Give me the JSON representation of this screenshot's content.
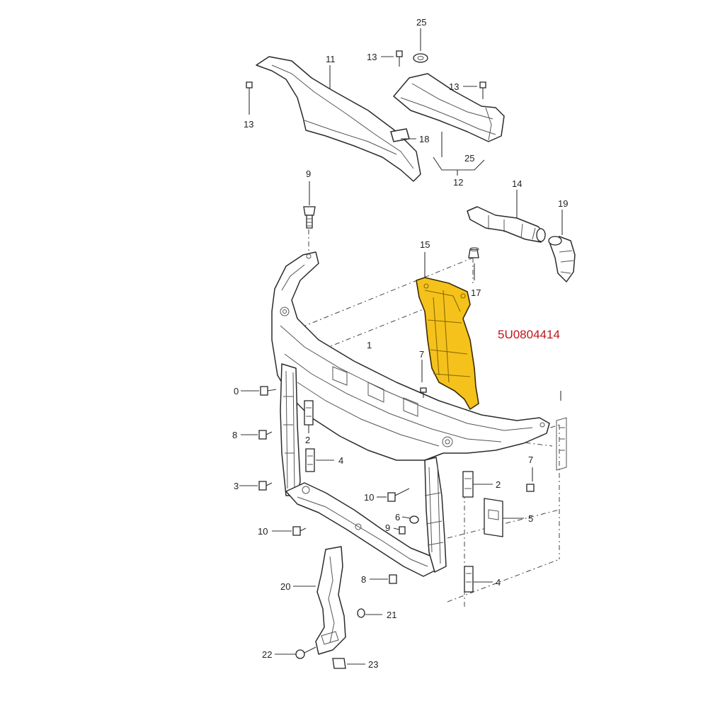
{
  "diagram": {
    "highlight_color": "#f5c21c",
    "part_number": "5U0804414",
    "part_number_color": "#c0151b",
    "callouts": {
      "c25_top": "25",
      "c13_a": "13",
      "c13_b": "13",
      "c13_c": "13",
      "c11": "11",
      "c18": "18",
      "c25_b": "25",
      "c12": "12",
      "c9_top": "9",
      "c14": "14",
      "c19": "19",
      "c15": "15",
      "c17": "17",
      "c1": "1",
      "c7_a": "7",
      "c7_b": "7",
      "c10_a": "0",
      "c8_a": "8",
      "c2_a": "2",
      "c4_a": "4",
      "c3_cut": "3",
      "c2_b": "2",
      "c10_b": "10",
      "c6": "6",
      "c9_b": "9",
      "c5": "5",
      "c10_c": "10",
      "c8_b": "8",
      "c4_b": "4",
      "c20": "20",
      "c21": "21",
      "c22": "22",
      "c23": "23"
    }
  }
}
